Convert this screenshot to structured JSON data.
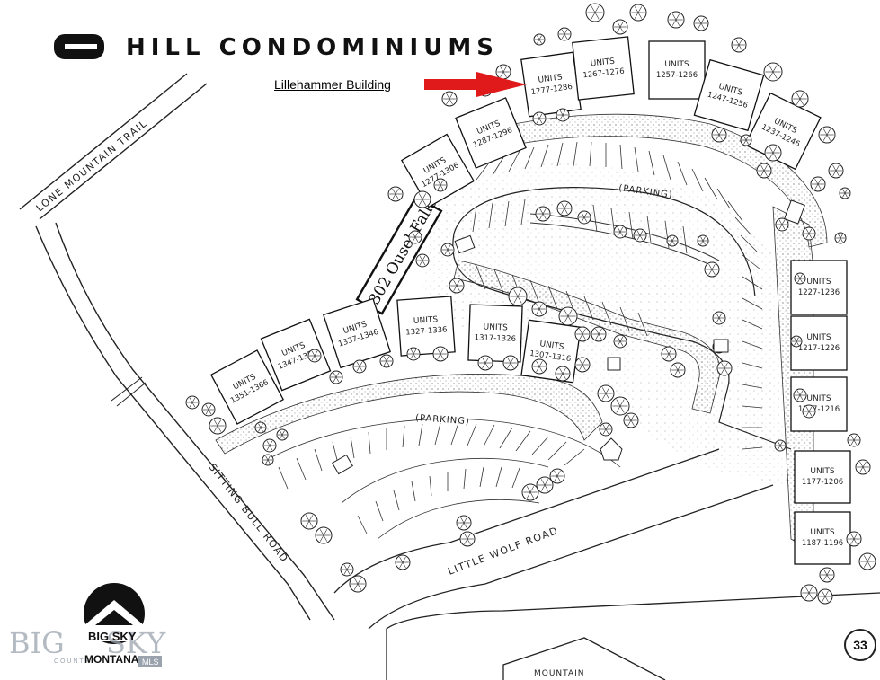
{
  "title": "HILL CONDOMINIUMS",
  "annotation": {
    "label": "Lillehammer Building",
    "arrow_color": "#e0191b"
  },
  "roads": {
    "lone_mountain": "LONE MOUNTAIN TRAIL",
    "sitting_bull": "SITTING BULL ROAD",
    "little_wolf": "LITTLE WOLF ROAD",
    "mountain": "MOUNTAIN"
  },
  "parking_labels": [
    "(PARKING)",
    "(PARKING)"
  ],
  "handwritten_address": "1302 Ousel Falls",
  "buildings": [
    {
      "units": "UNITS",
      "range": "1277-1286"
    },
    {
      "units": "UNITS",
      "range": "1267-1276"
    },
    {
      "units": "UNITS",
      "range": "1257-1266"
    },
    {
      "units": "UNITS",
      "range": "1247-1256"
    },
    {
      "units": "UNITS",
      "range": "1237-1246"
    },
    {
      "units": "UNITS",
      "range": "1287-1296"
    },
    {
      "units": "UNITS",
      "range": "1277-1306"
    },
    {
      "units": "UNITS",
      "range": "1227-1236"
    },
    {
      "units": "UNITS",
      "range": "1217-1226"
    },
    {
      "units": "UNITS",
      "range": "1207-1216"
    },
    {
      "units": "UNITS",
      "range": "1177-1206"
    },
    {
      "units": "UNITS",
      "range": "1187-1196"
    },
    {
      "units": "UNITS",
      "range": "1327-1336"
    },
    {
      "units": "UNITS",
      "range": "1317-1326"
    },
    {
      "units": "UNITS",
      "range": "1307-1316"
    },
    {
      "units": "UNITS",
      "range": "1337-1346"
    },
    {
      "units": "UNITS",
      "range": "1347-1356"
    },
    {
      "units": "UNITS",
      "range": "1351-1366"
    }
  ],
  "logo": {
    "big": "BIG",
    "sky": "SKY",
    "small": "BIG SKY",
    "country": "C O U N T R Y",
    "state": "MONTANA",
    "mls": "MLS"
  },
  "page_number": "33"
}
